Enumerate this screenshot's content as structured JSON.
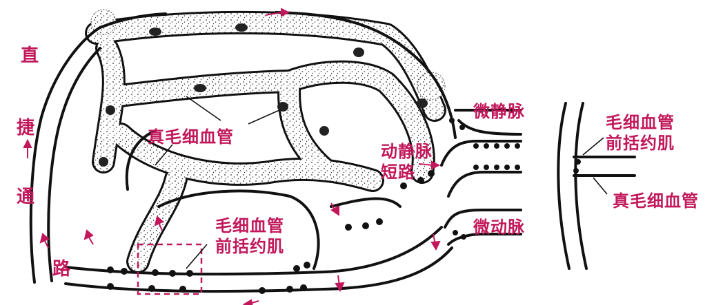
{
  "labels": {
    "true_capillary_center": "真毛细血管",
    "precapillary_sphincter_center": [
      "毛细血管",
      "前括约肌"
    ],
    "av_shunt": [
      "动静脉",
      "短路"
    ],
    "venule": "微静脉",
    "arteriole": "微动脉",
    "precapillary_sphincter_right": [
      "毛细血管",
      "前括约肌"
    ],
    "true_capillary_right": "真毛细血管",
    "thoroughfare_channel": [
      "直",
      "捷",
      "通",
      "路"
    ]
  },
  "colors": {
    "label": "#c2185b",
    "vessel_outline": "#111111",
    "capillary_fill": "#e9e9e9",
    "arrow": "#c2185b"
  },
  "icons": {
    "flow_arrow": "arrow-icon",
    "sphincter_dot": "dot-icon"
  }
}
